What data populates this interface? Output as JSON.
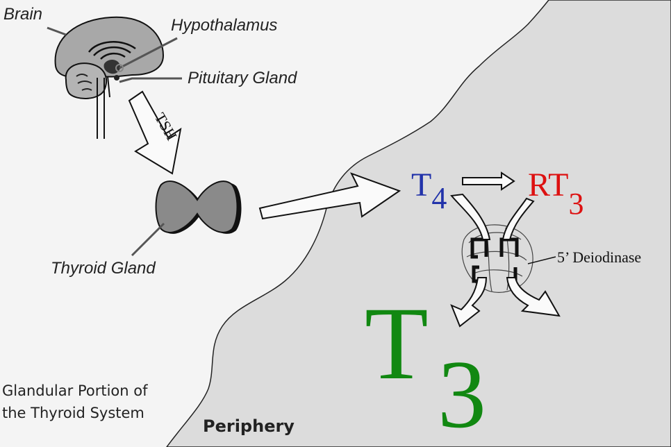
{
  "labels": {
    "brain": "Brain",
    "hypothalamus": "Hypothalamus",
    "pituitary": "Pituitary Gland",
    "tsh": "TSH",
    "thyroid": "Thyroid Gland",
    "glandular_line1": "Glandular Portion of",
    "glandular_line2": "the Thyroid System",
    "periphery": "Periphery",
    "t4_letter": "T",
    "t4_sub": "4",
    "rt3_letters": "RT",
    "rt3_sub": "3",
    "deiodinase": "5’ Deiodinase",
    "t3_letter": "T",
    "t3_sub": "3"
  },
  "colors": {
    "background": "#f4f4f4",
    "periphery_fill": "#dcdcdc",
    "t4": "#2233aa",
    "rt3": "#dd1111",
    "t3": "#118811",
    "gland_fill": "#8a8a8a",
    "brain_fill": "#a8a8a8",
    "outline": "#111111"
  }
}
